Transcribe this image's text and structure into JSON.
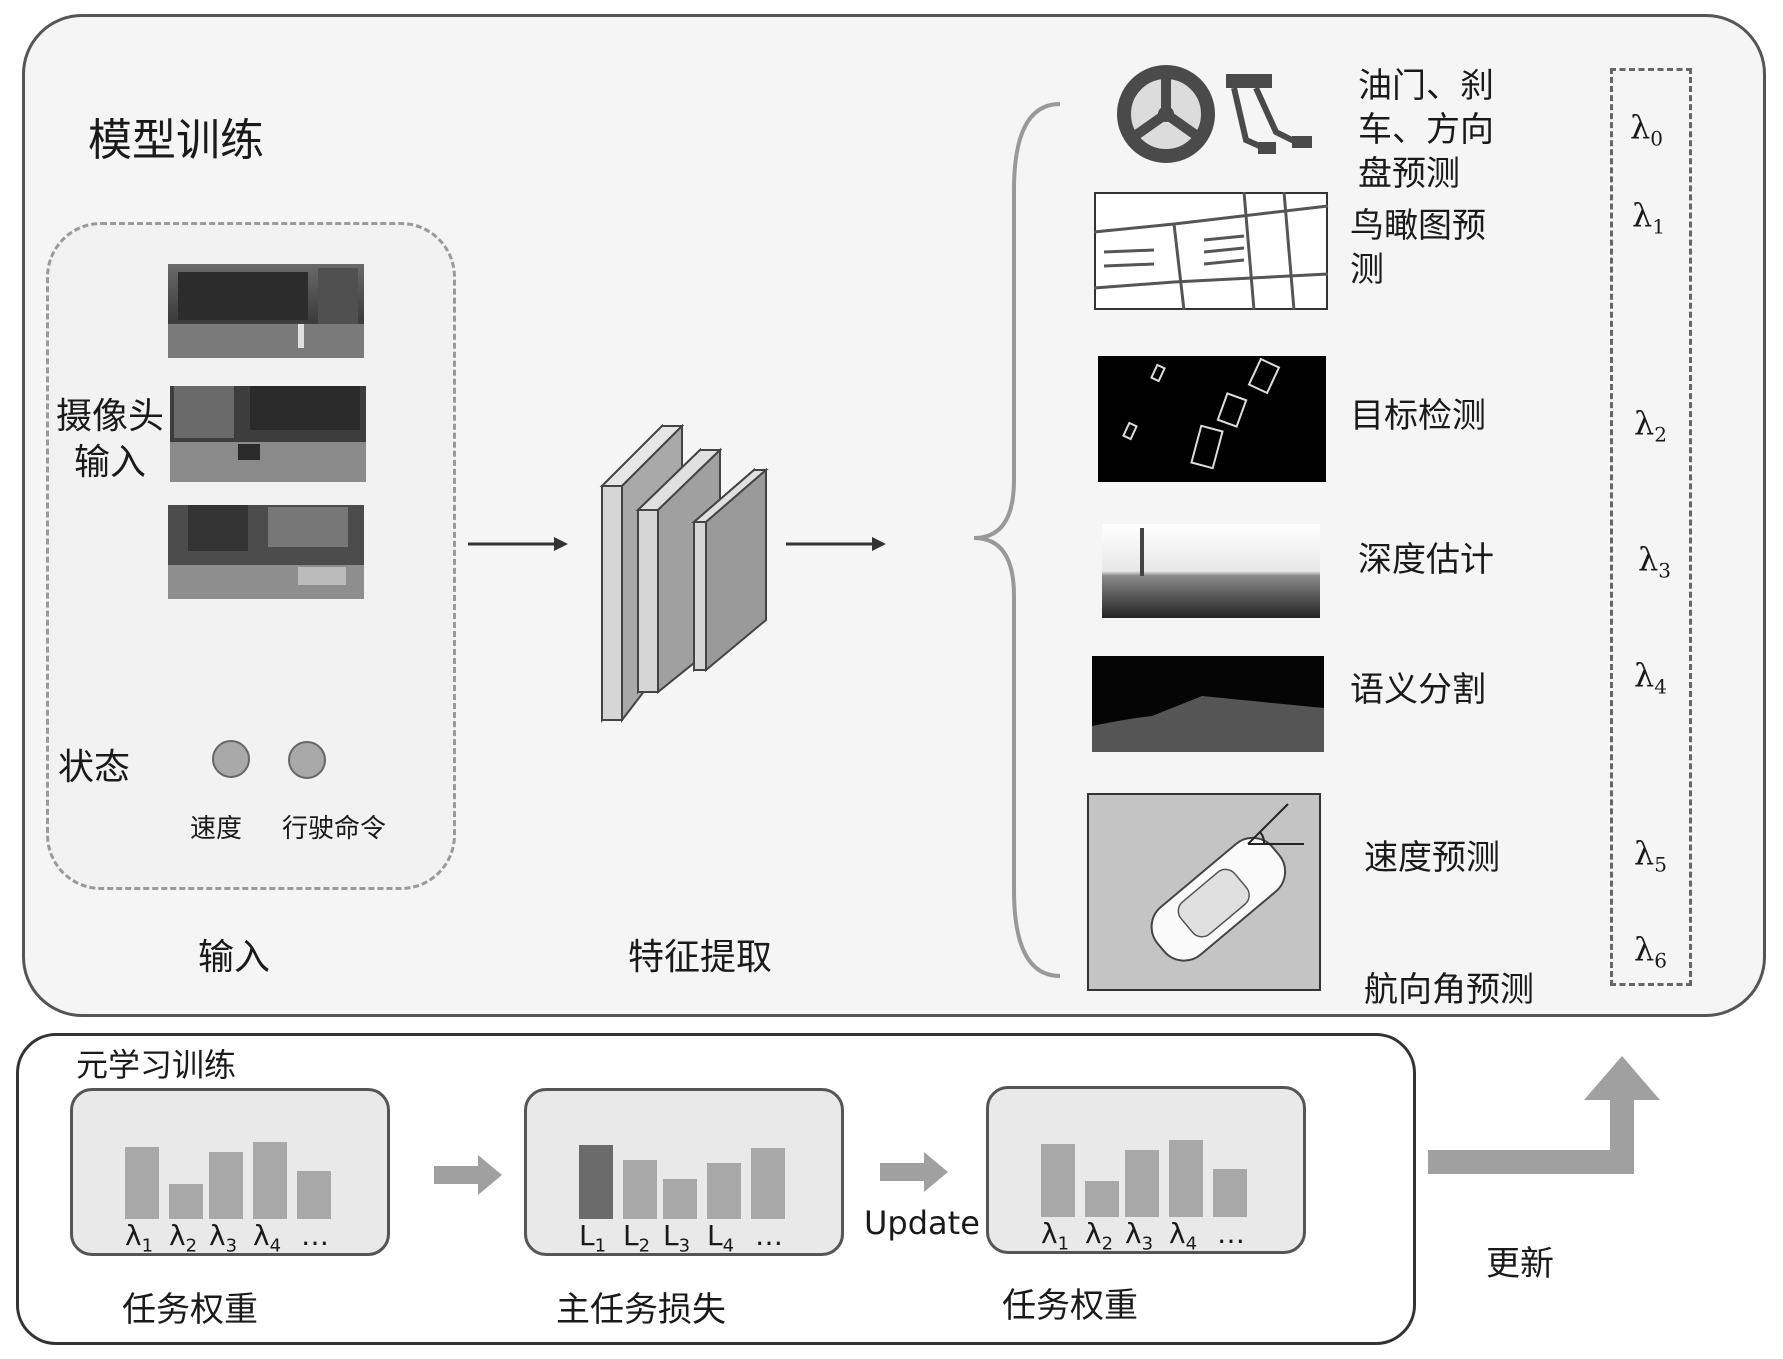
{
  "training": {
    "title": "模型训练",
    "input_caption": "输入",
    "feature_caption": "特征提取",
    "camera_label": "摄像头\n输入",
    "state_label": "状态",
    "speed_label": "速度",
    "command_label": "行驶命令"
  },
  "tasks": [
    {
      "label": "油门、刹\n车、方向\n盘预测",
      "lambda": "λ",
      "sub": "0"
    },
    {
      "label": "鸟瞰图预\n测",
      "lambda": "λ",
      "sub": "1"
    },
    {
      "label": "目标检测",
      "lambda": "λ",
      "sub": "2"
    },
    {
      "label": "深度估计",
      "lambda": "λ",
      "sub": "3"
    },
    {
      "label": "语义分割",
      "lambda": "λ",
      "sub": "4"
    },
    {
      "label": "速度预测",
      "lambda": "λ",
      "sub": "5"
    },
    {
      "label": "航向角预测",
      "lambda": "λ",
      "sub": "6"
    }
  ],
  "meta": {
    "title": "元学习训练",
    "update_label": "Update",
    "refresh_label": "更新",
    "cards": [
      {
        "caption": "任务权重",
        "labels": [
          "λ1",
          "λ2",
          "λ3",
          "λ4",
          "…"
        ],
        "bars": [
          0.82,
          0.4,
          0.76,
          0.88,
          0.54
        ],
        "dark_index": -1
      },
      {
        "caption": "主任务损失",
        "labels": [
          "L1",
          "L2",
          "L3",
          "L4",
          "…"
        ],
        "bars": [
          0.84,
          0.67,
          0.46,
          0.64,
          0.81
        ],
        "dark_index": 0
      },
      {
        "caption": "任务权重",
        "labels": [
          "λ1",
          "λ2",
          "λ3",
          "λ4",
          "…"
        ],
        "bars": [
          0.83,
          0.41,
          0.76,
          0.88,
          0.55
        ],
        "dark_index": -1
      }
    ]
  },
  "colors": {
    "border": "#555555",
    "bar": "#a8a8a8",
    "bar_dark": "#6b6b6b",
    "arrow": "#a0a0a0"
  }
}
